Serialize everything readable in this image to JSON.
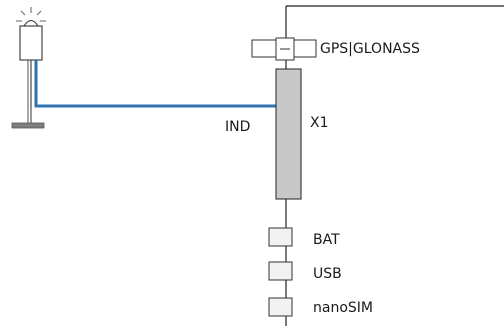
{
  "labels": {
    "gnss": "GPS|GLONASS",
    "connector": "X1",
    "indicator_pin": "IND",
    "battery": "BAT",
    "usb": "USB",
    "sim": "nanoSIM"
  },
  "colors": {
    "wire": "#2f73b0",
    "outline": "#222222",
    "connector_fill": "#c8c8c8",
    "port_fill": "#f2f2f2"
  },
  "icons": {
    "indicator": "indicator-lamp-icon",
    "gnss": "satellite-icon"
  }
}
